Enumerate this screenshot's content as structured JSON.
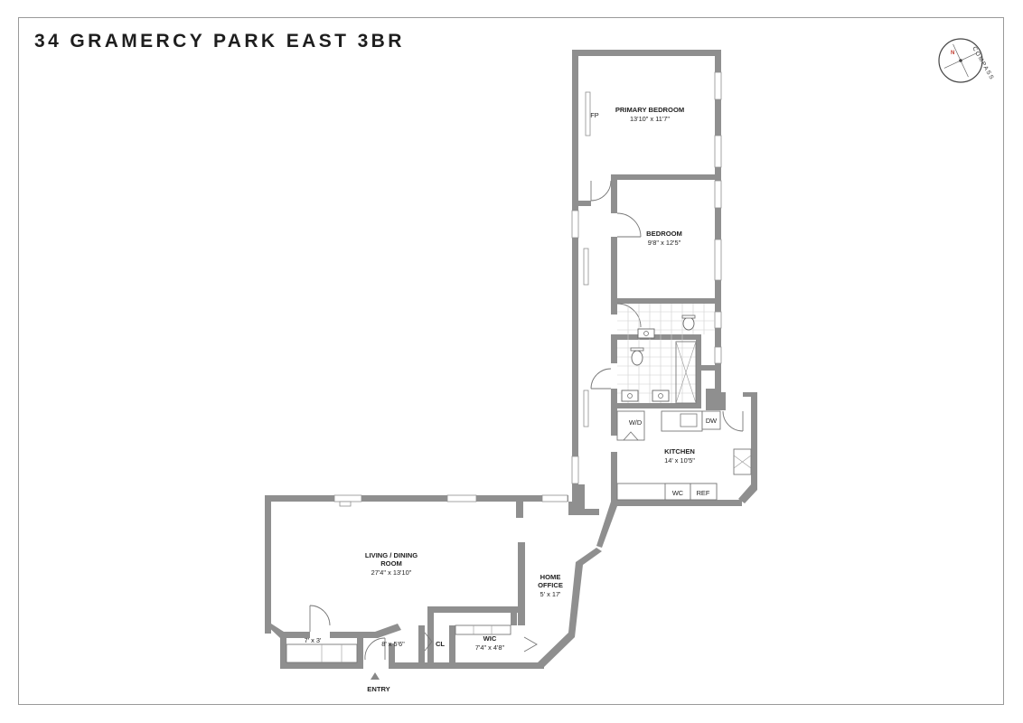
{
  "title": "34 GRAMERCY PARK EAST 3BR",
  "compass": {
    "label": "COMPASS",
    "north_marker": "N"
  },
  "rooms": {
    "primary_bedroom": {
      "name": "PRIMARY BEDROOM",
      "dims": "13'10\" x 11'7\""
    },
    "bedroom": {
      "name": "BEDROOM",
      "dims": "9'8\" x 12'5\""
    },
    "kitchen": {
      "name": "KITCHEN",
      "dims": "14' x 10'5\""
    },
    "living_dining": {
      "name_line1": "LIVING / DINING",
      "name_line2": "ROOM",
      "dims": "27'4\" x 13'10\""
    },
    "home_office": {
      "name_line1": "HOME",
      "name_line2": "OFFICE",
      "dims": "5' x 17'"
    },
    "wic": {
      "name": "WIC",
      "dims": "7'4\" x 4'8\""
    },
    "storage": {
      "dims": "7' x 3'"
    },
    "foyer": {
      "dims": "8' x 5'6\""
    }
  },
  "fixtures": {
    "fireplace": "FP",
    "washer_dryer": "W/D",
    "dishwasher": "DW",
    "wine_cooler": "WC",
    "refrigerator": "REF",
    "closet": "CL"
  },
  "entry_label": "ENTRY"
}
